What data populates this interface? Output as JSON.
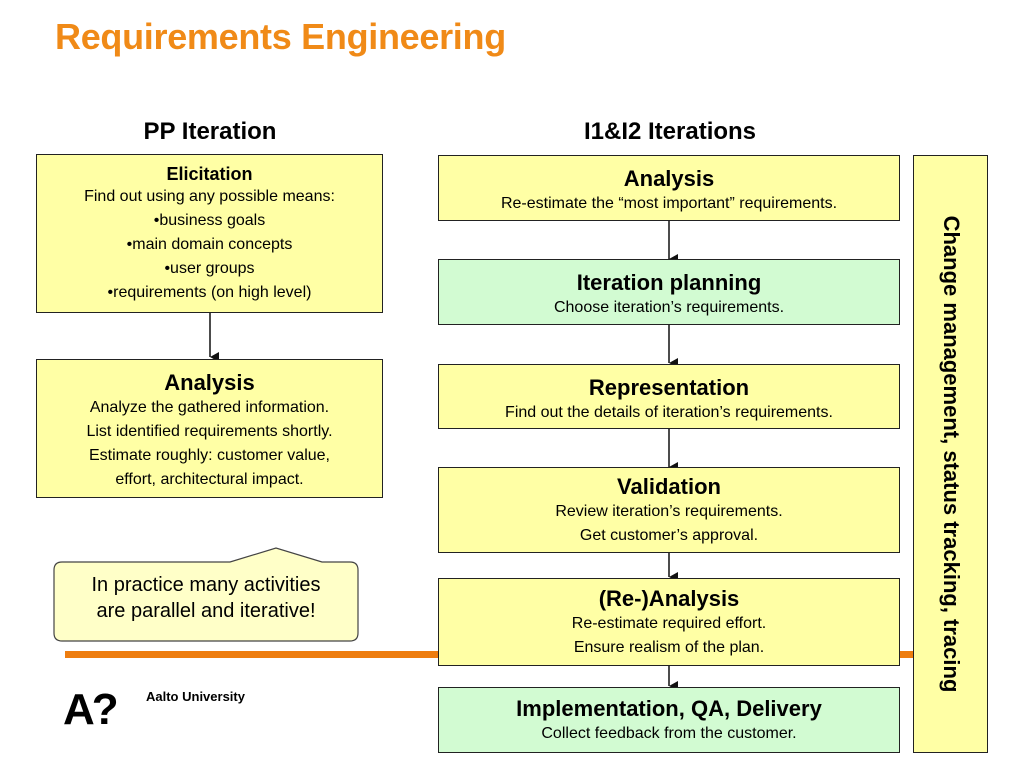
{
  "slide": {
    "title": "Requirements Engineering",
    "columns": {
      "left": "PP Iteration",
      "right": "I1&I2 Iterations"
    },
    "left_boxes": [
      {
        "heading": "Elicitation",
        "lines": [
          "Find out using any possible means:",
          "•business goals",
          "•main domain concepts",
          "•user groups",
          "•requirements (on high level)"
        ]
      },
      {
        "heading": "Analysis",
        "lines": [
          "Analyze the gathered information.",
          "List identified requirements shortly.",
          "Estimate roughly: customer value,",
          "effort, architectural impact."
        ]
      }
    ],
    "right_boxes": [
      {
        "heading": "Analysis",
        "lines": [
          "Re-estimate the “most important” requirements."
        ],
        "color": "#ffffa5"
      },
      {
        "heading": "Iteration planning",
        "lines": [
          "Choose iteration’s requirements."
        ],
        "color": "#d2fbd2"
      },
      {
        "heading": "Representation",
        "lines": [
          "Find out the details of iteration’s requirements."
        ],
        "color": "#ffffa5"
      },
      {
        "heading": "Validation",
        "lines": [
          "Review iteration’s requirements.",
          "Get customer’s approval."
        ],
        "color": "#ffffa5"
      },
      {
        "heading": "(Re-)Analysis",
        "lines": [
          "Re-estimate required effort.",
          "Ensure realism of the plan."
        ],
        "color": "#ffffa5"
      },
      {
        "heading": "Implementation, QA, Delivery",
        "lines": [
          "Collect feedback from the customer."
        ],
        "color": "#d2fbd2"
      }
    ],
    "side_bar": "Change management, status tracking, tracing",
    "callout": {
      "lines": [
        "In practice many activities",
        "are parallel and iterative!"
      ]
    },
    "logo": {
      "mark": "A?",
      "text": "Aalto University"
    },
    "colors": {
      "title": "#f08a17",
      "box_yellow": "#ffffa5",
      "box_green": "#d2fbd2",
      "accent_line": "#ee7d0f"
    }
  }
}
